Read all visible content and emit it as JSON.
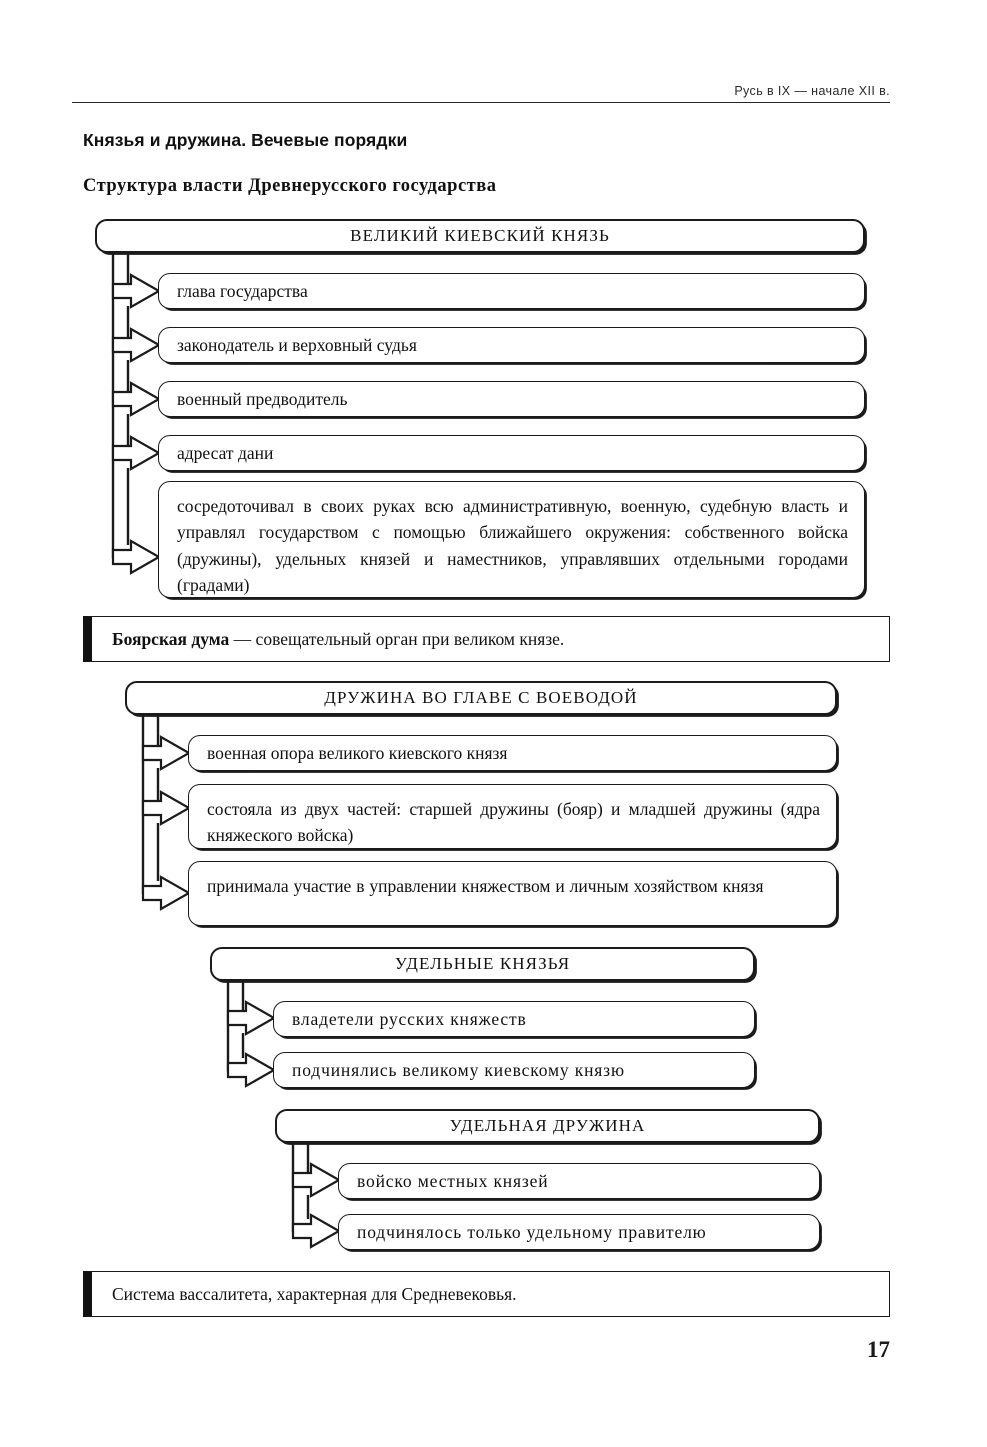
{
  "page": {
    "running_head": "Русь в IX — начале XII в.",
    "number": "17",
    "title": "Князья и дружина. Вечевые порядки",
    "subtitle": "Структура власти Древнерусского государства"
  },
  "blocks": {
    "prince": {
      "head": "ВЕЛИКИЙ КИЕВСКИЙ КНЯЗЬ",
      "items": [
        "глава государства",
        "законодатель и верховный судья",
        "военный предводитель",
        "адресат дани",
        "сосредоточивал в своих руках всю административную, военную, судебную власть и управлял государством с помощью ближайшего окружения: собственного войска (дружины), удельных князей и наместников, управлявших отдельными городами (градами)"
      ]
    },
    "boyar_duma": {
      "term": "Боярская дума",
      "definition": " — совещательный орган при великом князе."
    },
    "druzhina": {
      "head": "ДРУЖИНА ВО ГЛАВЕ С ВОЕВОДОЙ",
      "items": [
        "военная опора великого киевского князя",
        "состояла из двух частей: старшей дружины (бояр) и младшей дружины (ядра княжеского войска)",
        "принимала участие в управлении княжеством и личным хозяйством князя"
      ]
    },
    "udelnye_knyazya": {
      "head": "УДЕЛЬНЫЕ КНЯЗЬЯ",
      "items": [
        "владетели русских княжеств",
        "подчинялись великому киевскому князю"
      ]
    },
    "udelnaya_druzhina": {
      "head": "УДЕЛЬНАЯ ДРУЖИНА",
      "items": [
        "войско местных князей",
        "подчинялось только удельному правителю"
      ]
    },
    "vassalage_note": "Система вассалитета, характерная для Средневековья."
  },
  "colors": {
    "ink": "#1b1b1b",
    "paper": "#ffffff",
    "bar": "#121212"
  }
}
